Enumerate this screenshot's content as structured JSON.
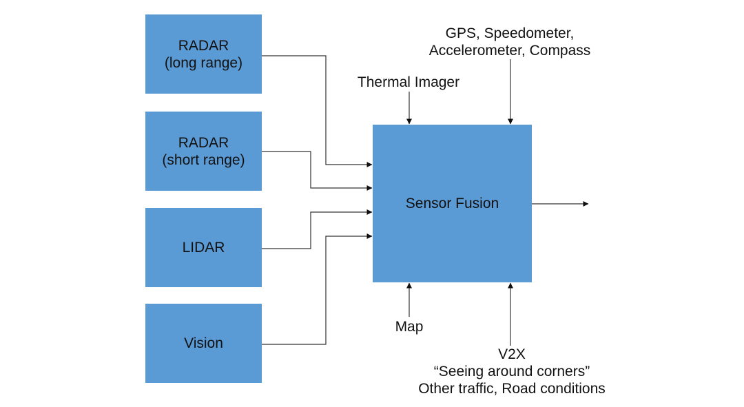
{
  "sensors": {
    "radar_long": {
      "line1": "RADAR",
      "line2": "(long range)"
    },
    "radar_short": {
      "line1": "RADAR",
      "line2": "(short range)"
    },
    "lidar": {
      "line1": "LIDAR"
    },
    "vision": {
      "line1": "Vision"
    }
  },
  "fusion": {
    "label": "Sensor Fusion"
  },
  "inputs": {
    "gps": {
      "line1": "GPS, Speedometer,",
      "line2": "Accelerometer, Compass"
    },
    "thermal": {
      "line1": "Thermal Imager"
    },
    "map": {
      "line1": "Map"
    },
    "v2x": {
      "line1": "V2X",
      "line2": "“Seeing around corners”",
      "line3": "Other traffic, Road conditions"
    }
  },
  "colors": {
    "box_fill": "#5b9bd5",
    "text": "#111111",
    "connector": "#333333"
  }
}
